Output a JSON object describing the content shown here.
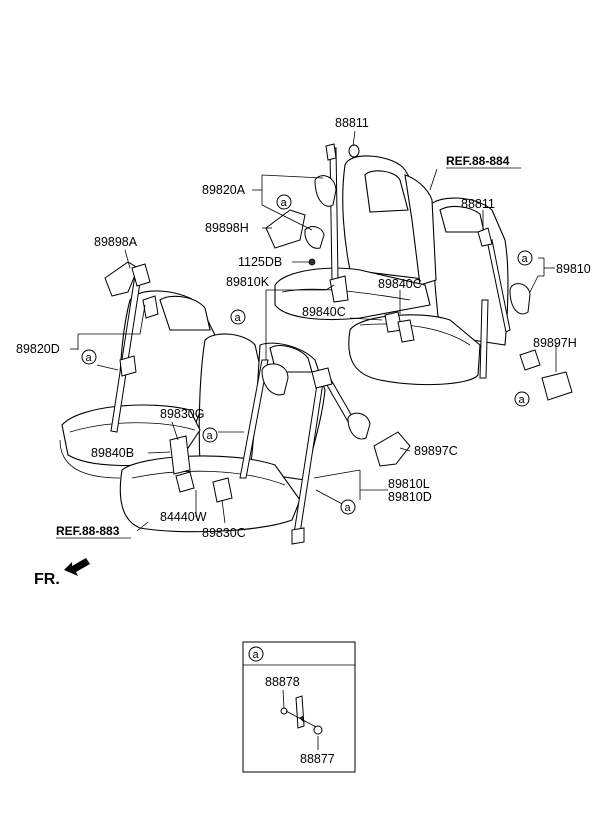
{
  "labels": {
    "p88811_top": "88811",
    "p89820A": "89820A",
    "p89898H": "89898H",
    "p1125DB": "1125DB",
    "p89810K": "89810K",
    "p89840C_a": "89840C",
    "p89840C_b": "89840C",
    "p88811_right": "88811",
    "p89810": "89810",
    "p89897H": "89897H",
    "p89898A": "89898A",
    "p89820D": "89820D",
    "p89830G": "89830G",
    "p89840B": "89840B",
    "p84440W": "84440W",
    "p89830C": "89830C",
    "p89897C": "89897C",
    "p89810L": "89810L",
    "p89810D": "89810D",
    "p88878": "88878",
    "p88877": "88877"
  },
  "refs": {
    "ref_upper": "REF.88-884",
    "ref_lower": "REF.88-883"
  },
  "front_marker": "FR.",
  "callout_letter": "a",
  "detail_box_letter": "a"
}
